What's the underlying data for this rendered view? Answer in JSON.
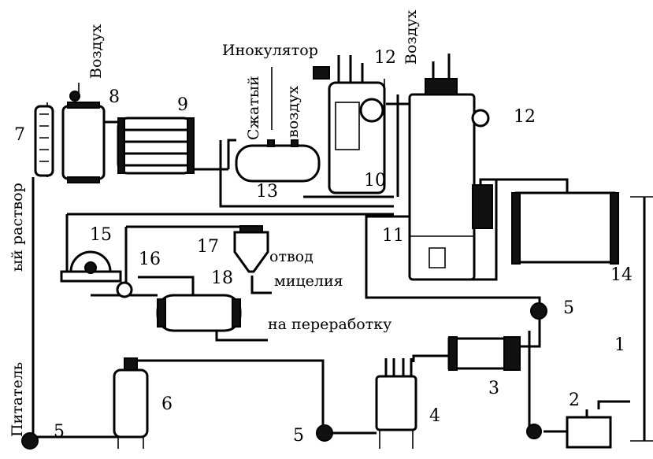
{
  "labels": {
    "air_top_left": "Воздух",
    "air_top_right": "Воздух",
    "inoculator": "Инокулятор",
    "compressed_air_1": "Сжатый",
    "compressed_air_2": "воздух",
    "nutrient_solution_1": "Питатель",
    "nutrient_solution_2": "ый раствор",
    "mycelium_out_1": "отвод",
    "mycelium_out_2": "мицелия",
    "to_processing": "на переработку"
  },
  "numbers": {
    "n1": "1",
    "n2": "2",
    "n3": "3",
    "n4": "4",
    "n5a": "5",
    "n5b": "5",
    "n5c": "5",
    "n6": "6",
    "n7": "7",
    "n8": "8",
    "n9": "9",
    "n10": "10",
    "n11": "11",
    "n12a": "12",
    "n12b": "12",
    "n13": "13",
    "n14": "14",
    "n15": "15",
    "n16": "16",
    "n17": "17",
    "n18": "18"
  }
}
